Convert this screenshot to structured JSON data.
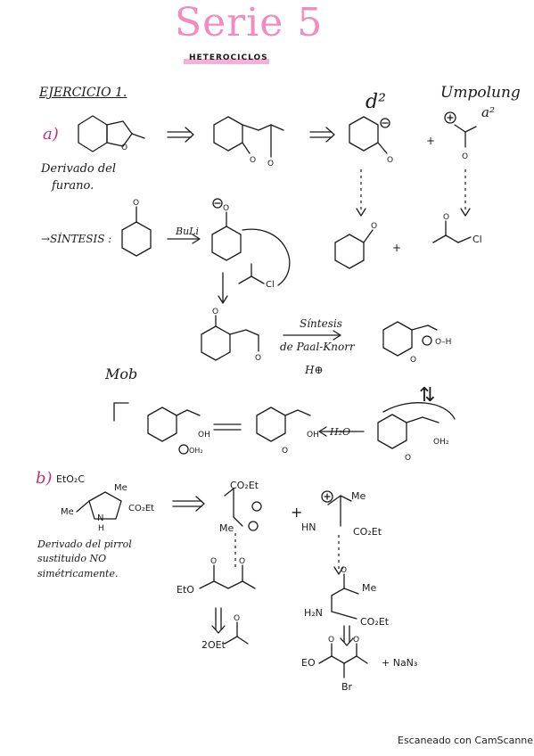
{
  "header": {
    "title": "Serie 5",
    "subtitle": "HETEROCICLOS"
  },
  "exercise": {
    "label": "EJERCICIO 1.",
    "part_a": {
      "label": "a)",
      "description_line1": "Derivado del",
      "description_line2": "furano.",
      "d2_label": "d²",
      "umpolung_label": "Umpolung",
      "a2_label": "a²",
      "synthesis_label": "→SÍNTESIS :",
      "reagent_buli": "BuLi",
      "paal_knorr_line1": "Síntesis",
      "paal_knorr_line2": "de Paal-Knorr",
      "acid_label": "H⊕",
      "mob_label": "Mob",
      "h2o_label": "H₂O",
      "cl_label": "Cl",
      "oh_label": "OH"
    },
    "part_b": {
      "label": "b)",
      "reactant_left": "EtO₂C",
      "me_top": "Me",
      "me_left": "Me",
      "co2et_right": "CO₂Et",
      "n_label": "N",
      "h_label": "H",
      "description_line1": "Derivado del pirrol",
      "description_line2": "sustituido NO",
      "description_line3": "simétricamente.",
      "frag1_co2et": "CO₂Et",
      "frag1_me": "Me",
      "frag2_me": "Me",
      "frag2_hn": "HN",
      "frag2_co2et": "CO₂Et",
      "plus": "+",
      "eto_label": "EtO",
      "amine_h2n": "H₂N",
      "amine_me": "Me",
      "amine_co2et": "CO₂Et",
      "product_left": "2OEt",
      "product_eo": "EO",
      "br_label": "Br",
      "nan3_label": "+ NaN₃"
    }
  },
  "footer": {
    "scanner_text": "Escaneado con CamScanner"
  },
  "colors": {
    "title_pink": "#f08cc0",
    "highlight_pink": "#f6a6cf",
    "ink": "#1a1a1a"
  }
}
